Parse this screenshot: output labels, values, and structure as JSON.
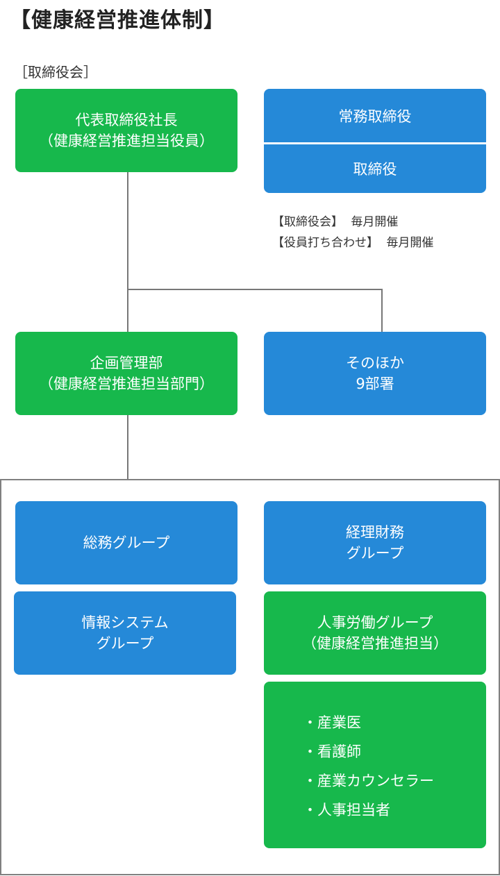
{
  "title": "【健康経営推進体制】",
  "board_label": "［取締役会］",
  "president": {
    "line1": "代表取締役社長",
    "line2": "（健康経営推進担当役員）"
  },
  "board": {
    "row1": "常務取締役",
    "row2": "取締役"
  },
  "meetings": [
    {
      "name": "【取締役会】",
      "freq": "毎月開催"
    },
    {
      "name": "【役員打ち合わせ】",
      "freq": "毎月開催"
    }
  ],
  "planning": {
    "line1": "企画管理部",
    "line2": "（健康経営推進担当部門）"
  },
  "others": {
    "line1": "そのほか",
    "line2": "9部署"
  },
  "groups": {
    "general_affairs": {
      "line1": "総務グループ"
    },
    "accounting": {
      "line1": "経理財務",
      "line2": "グループ"
    },
    "it": {
      "line1": "情報システム",
      "line2": "グループ"
    },
    "hr": {
      "line1": "人事労働グループ",
      "line2": "（健康経営推進担当）"
    }
  },
  "staff_items": [
    "・産業医",
    "・看護師",
    "・産業カウンセラー",
    "・人事担当者"
  ],
  "colors": {
    "green": "#17b84c",
    "blue": "#2589d8",
    "line": "#777777"
  }
}
